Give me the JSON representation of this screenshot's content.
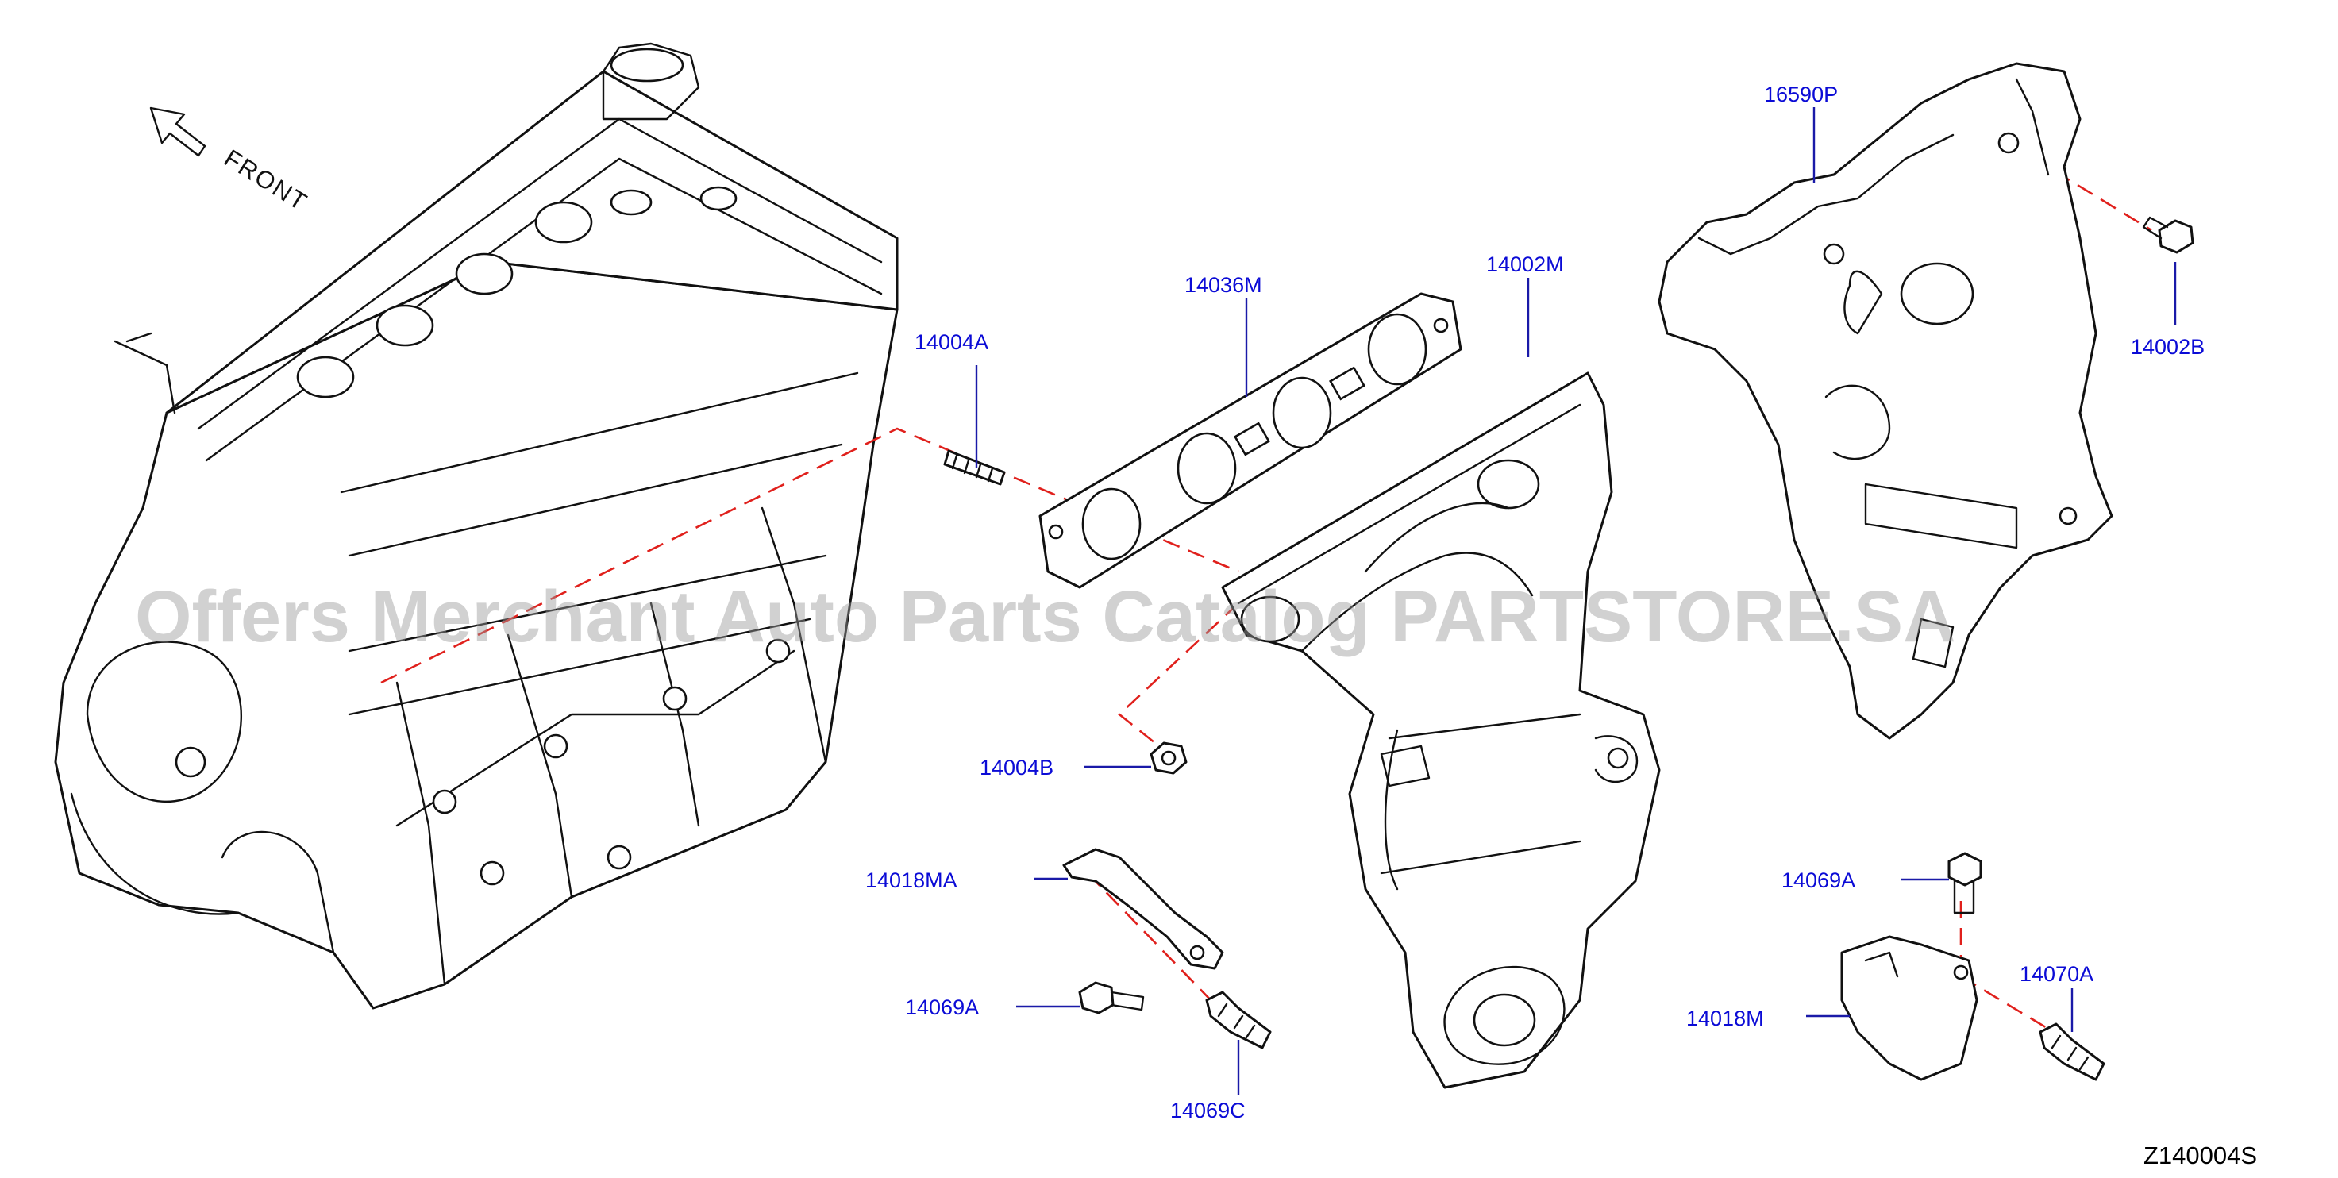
{
  "direction_label": "FRONT",
  "figure_code": "Z140004S",
  "watermark": "Offers Merchant Auto Parts Catalog PARTSTORE.SA",
  "colors": {
    "callout": "#0b0bd6",
    "leader": "#1a1aa8",
    "centerline": "#e0201c",
    "linework": "#111111",
    "watermark": "#9a9a9a"
  },
  "callouts": [
    {
      "id": "16590P",
      "text": "16590P",
      "part": "heat-insulator"
    },
    {
      "id": "14002B",
      "text": "14002B",
      "part": "insulator-bolt"
    },
    {
      "id": "14036M",
      "text": "14036M",
      "part": "manifold-gasket"
    },
    {
      "id": "14002M",
      "text": "14002M",
      "part": "exhaust-manifold"
    },
    {
      "id": "14004A",
      "text": "14004A",
      "part": "stud"
    },
    {
      "id": "14004B",
      "text": "14004B",
      "part": "nut"
    },
    {
      "id": "14018MA",
      "text": "14018MA",
      "part": "upper-bracket"
    },
    {
      "id": "14069A_left",
      "text": "14069A",
      "part": "bracket-bolt"
    },
    {
      "id": "14069C",
      "text": "14069C",
      "part": "stud-bolt"
    },
    {
      "id": "14069A_right",
      "text": "14069A",
      "part": "bracket-bolt"
    },
    {
      "id": "14018M",
      "text": "14018M",
      "part": "lower-bracket"
    },
    {
      "id": "14070A",
      "text": "14070A",
      "part": "stud-bolt"
    }
  ]
}
